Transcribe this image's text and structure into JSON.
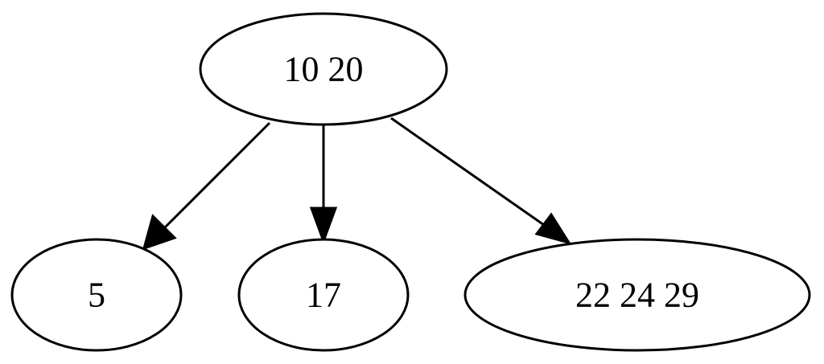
{
  "tree": {
    "root": {
      "label": "10 20"
    },
    "children": [
      {
        "label": "5"
      },
      {
        "label": "17"
      },
      {
        "label": "22 24 29"
      }
    ]
  },
  "colors": {
    "stroke": "#000000",
    "fill": "#ffffff",
    "background": "#ffffff"
  }
}
